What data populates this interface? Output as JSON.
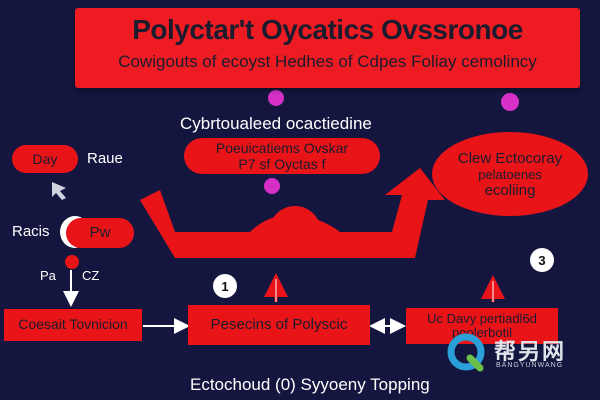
{
  "header": {
    "title": "Polyctar't Oycatics Ovssronoe",
    "subtitle": "Cowigouts of ecoyst Hedhes of Cdpes Foliay cemolincy"
  },
  "center_top": {
    "heading": "Cybrtoualeed ocactiedine",
    "pill_line1": "Poeuicatiems Ovskar",
    "pill_line2": "P7 sf Oyctas f"
  },
  "right_ellipse": {
    "line1": "Clew Ectocoray",
    "line2": "pelatoenes",
    "line3": "ecoliing"
  },
  "left_nodes": {
    "day_label": "Day",
    "raue_label": "Raue",
    "racis_label": "Racis",
    "pw_label": "Pw",
    "pa_label": "Pa",
    "cz_label": "CZ"
  },
  "numbers": {
    "n1": "1",
    "n3": "3"
  },
  "bottom": {
    "left_box": "Coesait Tovnicion",
    "middle_box": "Pesecins of Polyscic",
    "right_box_line1": "Uc Davy pertiadl6d",
    "right_box_line2": "poolerbotil",
    "footer": "Ectochoud (0) Syyoeny Topping"
  },
  "watermark": {
    "cjk": "帮另网",
    "sub": "BANGYUNWANG"
  },
  "colors": {
    "background": "#14163f",
    "red": "#e81418",
    "magenta": "#d630c8"
  }
}
